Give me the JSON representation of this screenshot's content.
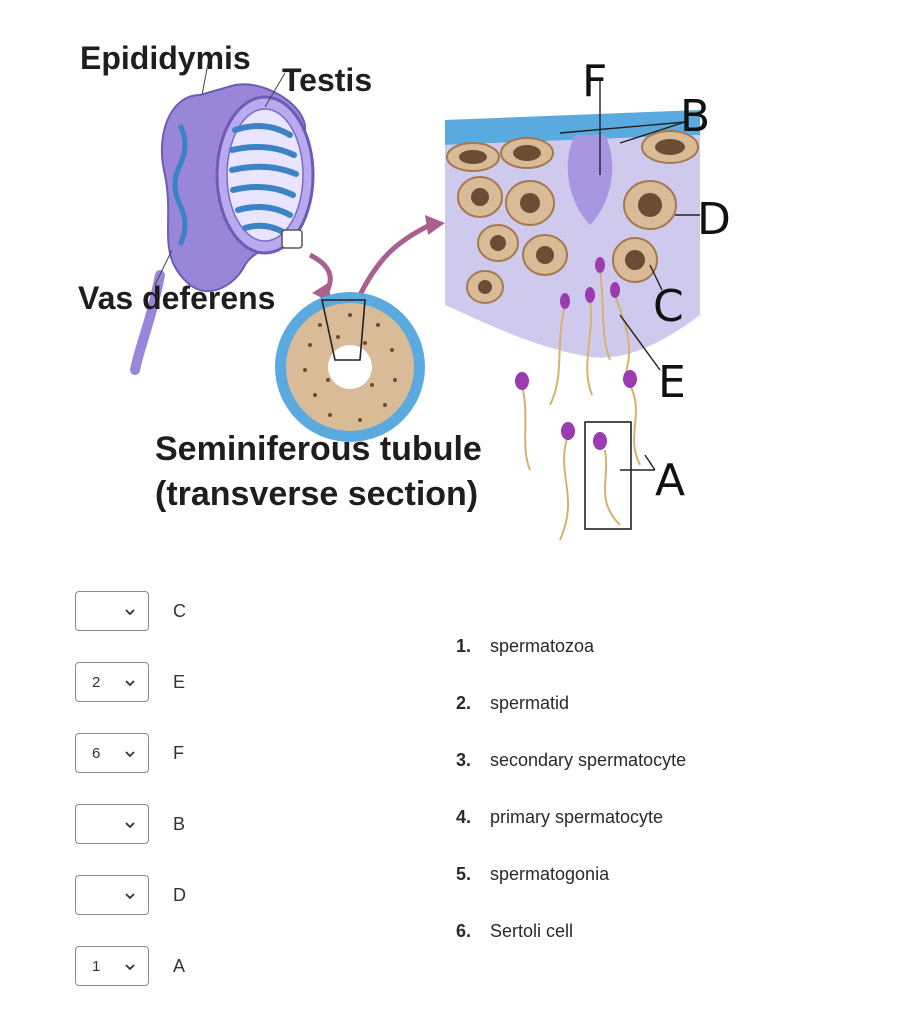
{
  "figure": {
    "labels": {
      "epididymis": "Epididymis",
      "testis": "Testis",
      "vas_deferens": "Vas deferens",
      "tubule_line1": "Seminiferous tubule",
      "tubule_line2": "(transverse section)"
    },
    "letters": {
      "A": "A",
      "B": "B",
      "C": "C",
      "D": "D",
      "E": "E",
      "F": "F"
    }
  },
  "matching": {
    "rows": [
      {
        "selected": "",
        "letter": "C"
      },
      {
        "selected": "2",
        "letter": "E"
      },
      {
        "selected": "6",
        "letter": "F"
      },
      {
        "selected": "",
        "letter": "B"
      },
      {
        "selected": "",
        "letter": "D"
      },
      {
        "selected": "1",
        "letter": "A"
      }
    ],
    "answers": [
      {
        "num": "1.",
        "text": "spermatozoa"
      },
      {
        "num": "2.",
        "text": "spermatid"
      },
      {
        "num": "3.",
        "text": "secondary spermatocyte"
      },
      {
        "num": "4.",
        "text": "primary spermatocyte"
      },
      {
        "num": "5.",
        "text": "spermatogonia"
      },
      {
        "num": "6.",
        "text": "Sertoli cell"
      }
    ]
  },
  "colors": {
    "testis_purple": "#9a86d8",
    "tubule_blue": "#5aa9df",
    "cell_tan": "#d9bc97",
    "sperm_head": "#9b3bb0",
    "tissue_lavender": "#cfc9ee"
  }
}
